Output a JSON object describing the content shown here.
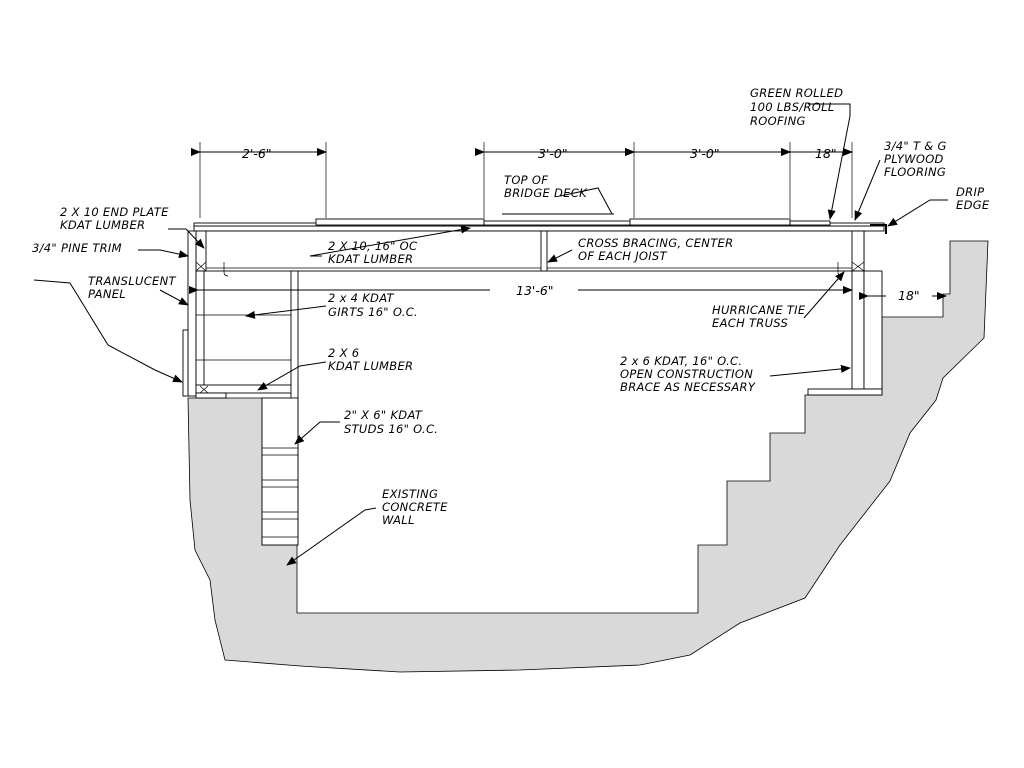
{
  "colors": {
    "concrete": "#d9d9d9",
    "ink": "#000000",
    "background": "#ffffff"
  },
  "dimensions": {
    "d_left": "2'-6\"",
    "d_mid1": "3'-0\"",
    "d_mid2": "3'-0\"",
    "d_right_top": "18\"",
    "d_span": "13'-6\"",
    "d_right_side": "18\""
  },
  "labels": {
    "roofing": [
      "GREEN ROLLED",
      "100 LBS/ROLL",
      "ROOFING"
    ],
    "plywood": [
      "3/4\" T & G",
      "PLYWOOD",
      "FLOORING"
    ],
    "drip_edge": [
      "DRIP",
      "EDGE"
    ],
    "top_of_deck": [
      "TOP OF",
      "BRIDGE DECK"
    ],
    "end_plate": [
      "2 X 10 END PLATE",
      "KDAT LUMBER"
    ],
    "pine_trim": [
      "3/4\" PINE TRIM"
    ],
    "joists": [
      "2 X 10, 16\" OC",
      "KDAT LUMBER"
    ],
    "cross_bracing": [
      "CROSS BRACING, CENTER",
      "OF EACH JOIST"
    ],
    "translucent": [
      "TRANSLUCENT",
      "PANEL"
    ],
    "girts": [
      "2 x 4 KDAT",
      "GIRTS 16\" O.C."
    ],
    "hurricane": [
      "HURRICANE TIE",
      "EACH TRUSS"
    ],
    "lumber_2x6": [
      "2 X 6",
      "KDAT LUMBER"
    ],
    "open_construction": [
      "2 x 6 KDAT, 16\" O.C.",
      "OPEN CONSTRUCTION",
      "BRACE AS NECESSARY"
    ],
    "studs": [
      "2\" X 6\" KDAT",
      "STUDS 16\" O.C."
    ],
    "concrete": [
      "EXISTING",
      "CONCRETE",
      "WALL"
    ]
  }
}
